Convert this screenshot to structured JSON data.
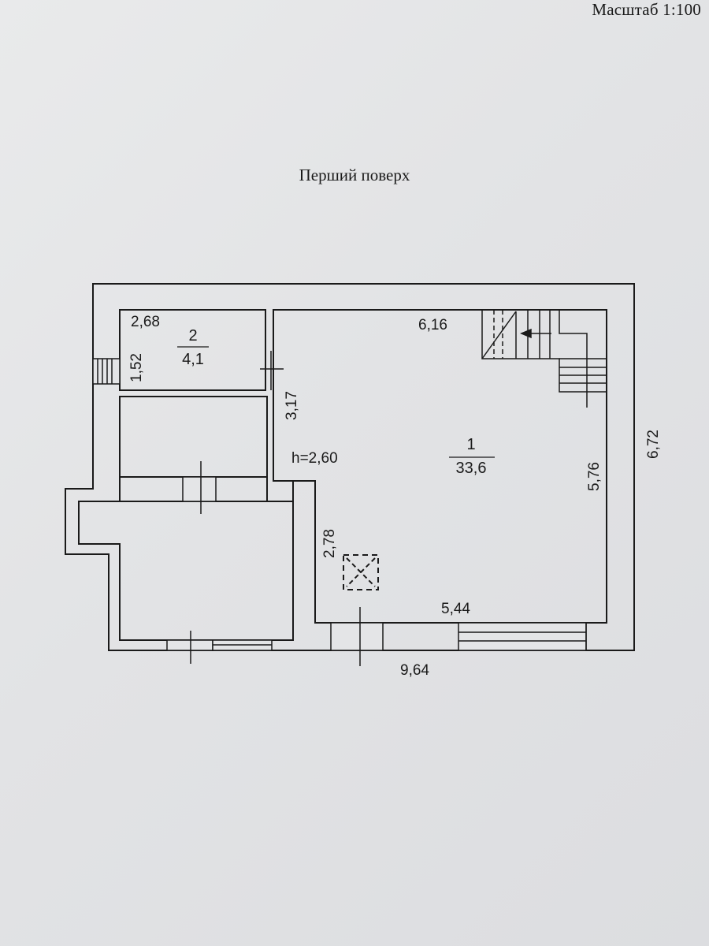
{
  "header": {
    "scale": "Масштаб 1:100"
  },
  "title": "Перший поверх",
  "rooms": [
    {
      "number": "1",
      "area": "33,6"
    },
    {
      "number": "2",
      "area": "4,1"
    }
  ],
  "ceiling_height": "h=2,60",
  "dimensions": {
    "room2_width": "2,68",
    "room2_depth": "1,52",
    "room1_top": "6,16",
    "left_upper": "3,17",
    "left_lower": "2,78",
    "room1_right": "5,76",
    "room1_bottom": "5,44",
    "overall_width": "9,64",
    "overall_height": "6,72"
  }
}
